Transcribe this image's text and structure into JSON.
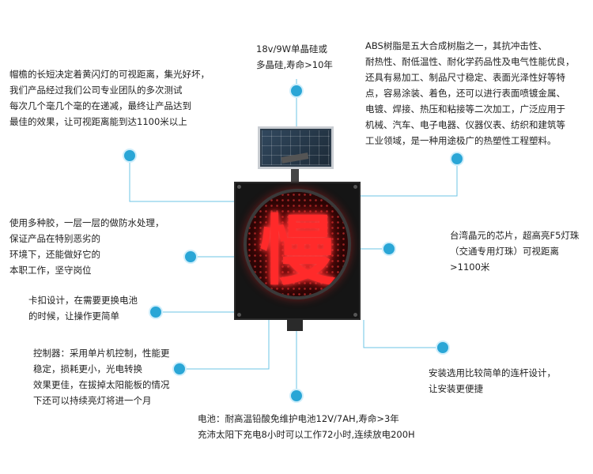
{
  "annotations": {
    "solar_panel": "18v/9W单晶硅或\n多晶硅,寿命>10年",
    "abs_resin": "ABS树脂是五大合成树脂之一，其抗冲击性、\n耐热性、耐低温性、耐化学药品性及电气性能优良，\n还具有易加工、制品尺寸稳定、表面光泽性好等特\n点，容易涂装、着色，还可以进行表面喷镀金属、\n电镀、焊接、热压和粘接等二次加工，广泛应用于\n机械、汽车、电子电器、仪器仪表、纺织和建筑等\n工业领域，是一种用途极广的热塑性工程塑料。",
    "visor": "帽檐的长短决定着黄闪灯的可视距离，集光好坏，\n我们产品经过我们公司专业团队的多次测试\n每次几个毫几个毫的在递减，最终让产品达到\n最佳的效果，让可视距离能到达1100米以上",
    "waterproof": "使用多种胶，一层一层的做防水处理，\n保证产品在特别恶劣的\n环境下，还能做好它的\n本职工作，坚守岗位",
    "chip": "台湾晶元的芯片，超高亮F5灯珠\n（交通专用灯珠）可视距离\n>1100米",
    "battery_clip": "卡扣设计，在需要更换电池\n的时候，让操作更简单",
    "controller": "控制器：采用单片机控制，性能更\n稳定，损耗更小，光电转换\n效果更佳，在拔掉太阳能板的情况\n下还可以持续亮灯将进一个月",
    "installation": "安装选用比较简单的连杆设计，\n让安装更便捷",
    "battery": "电池：耐高温铅酸免维护电池12V/7AH,寿命>3年\n充沛太阳下充电8小时可以工作72小时,连续放电200H"
  },
  "product": {
    "lens_character": "慢"
  },
  "colors": {
    "accent_dot": "#2aa6d6",
    "leader_line": "#6cc4e6",
    "lens_red": "#ff2a2a",
    "housing": "#151515"
  }
}
